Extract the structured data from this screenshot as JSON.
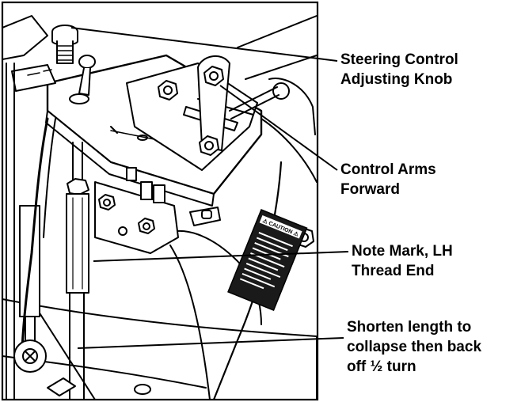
{
  "callouts": {
    "steering_knob": {
      "line1": "Steering Control",
      "line2": "Adjusting Knob"
    },
    "control_arms": {
      "line1": "Control Arms",
      "line2": "Forward"
    },
    "note_mark": {
      "line1": "Note Mark, LH",
      "line2": "Thread End"
    },
    "shorten_length": {
      "line1": "Shorten length to",
      "line2": "collapse then back",
      "line3": "off ½ turn"
    }
  },
  "warning_decal": {
    "heading": "⚠ CAUTION ⚠"
  },
  "colors": {
    "ink": "#000000",
    "paper": "#ffffff",
    "decal": "#1a1a1a"
  }
}
